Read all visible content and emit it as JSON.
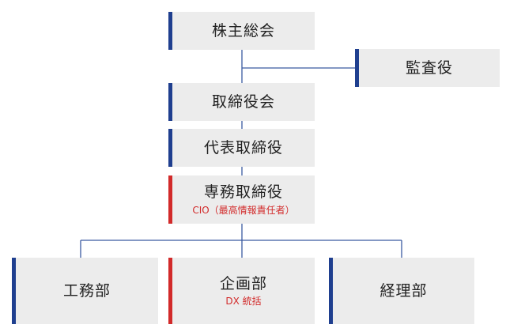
{
  "colors": {
    "accent_blue": "#1f3f8f",
    "accent_red": "#d22a2a",
    "box_fill": "#ececec",
    "connector": "#3a5aa0"
  },
  "nodes": {
    "shareholders": {
      "label": "株主総会"
    },
    "auditor": {
      "label": "監査役"
    },
    "board": {
      "label": "取締役会"
    },
    "ceo": {
      "label": "代表取締役"
    },
    "cio": {
      "label": "専務取締役",
      "sub": "CIO（最高情報責任者）"
    },
    "engineering": {
      "label": "工務部"
    },
    "planning": {
      "label": "企画部",
      "sub": "DX 統括"
    },
    "accounting": {
      "label": "経理部"
    }
  }
}
